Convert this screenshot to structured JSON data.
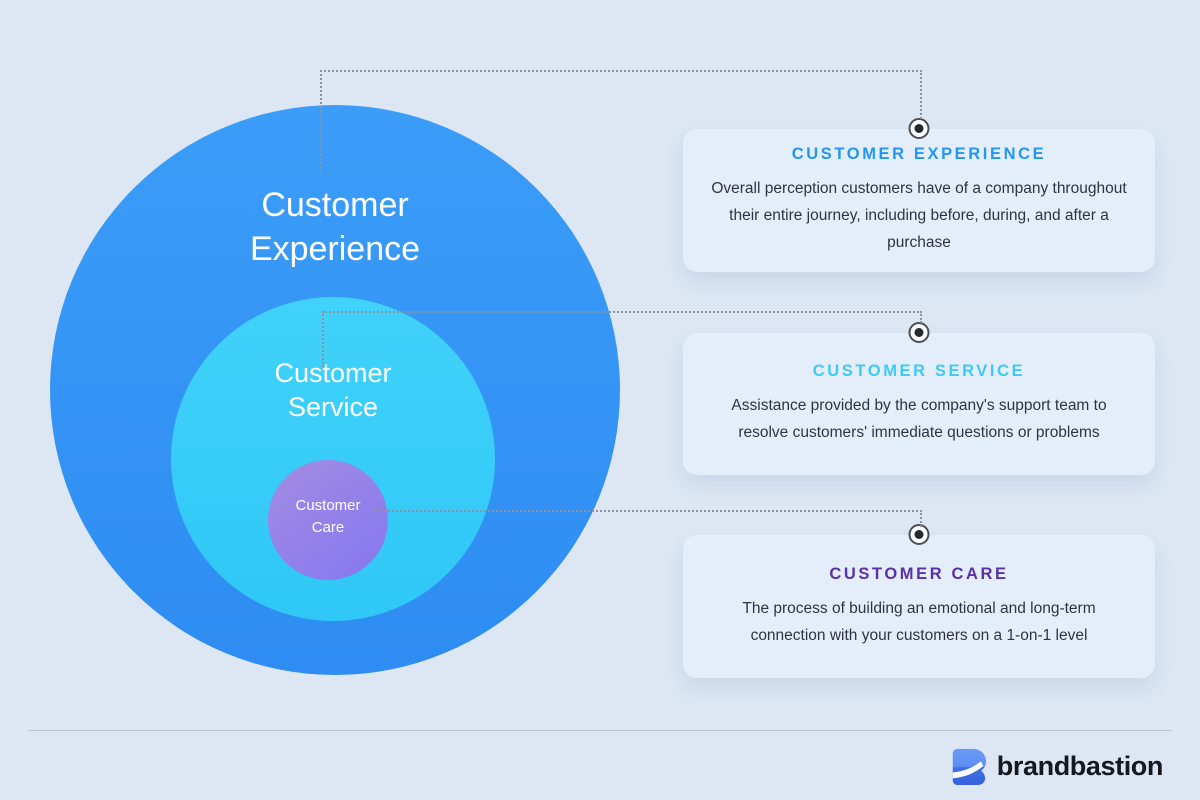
{
  "colors": {
    "background": "#dde7f4",
    "circle_experience": "#3295f6",
    "circle_service": "#35cdfa",
    "circle_care_gradient": [
      "#a38ce2",
      "#8577f1"
    ],
    "card_background": "#e4eefb",
    "title_experience": "#2196f3",
    "title_service": "#3ec9f2",
    "title_care": "#5a2fa8",
    "body_text": "#2e3440",
    "connector_dotted": "#8b939e",
    "divider": "#b9c6d7",
    "brand_text": "#16181d",
    "logo_blue_top": "#6b9bf7",
    "logo_blue_bottom": "#3662dd"
  },
  "venn": {
    "circles": [
      {
        "name": "customer-experience",
        "label_lines": [
          "Customer",
          "Experience"
        ]
      },
      {
        "name": "customer-service",
        "label_lines": [
          "Customer",
          "Service"
        ]
      },
      {
        "name": "customer-care",
        "label_lines": [
          "Customer",
          "Care"
        ]
      }
    ]
  },
  "cards": [
    {
      "title": "CUSTOMER EXPERIENCE",
      "body": "Overall perception customers have of a company throughout their entire journey, including before, during, and after a purchase"
    },
    {
      "title": "CUSTOMER SERVICE",
      "body": "Assistance provided by the company's support team to resolve customers' immediate questions or problems"
    },
    {
      "title": "CUSTOMER CARE",
      "body": "The process of building an emotional and long-term connection with your customers on a 1-on-1 level"
    }
  ],
  "footer": {
    "brand": "brandbastion"
  }
}
